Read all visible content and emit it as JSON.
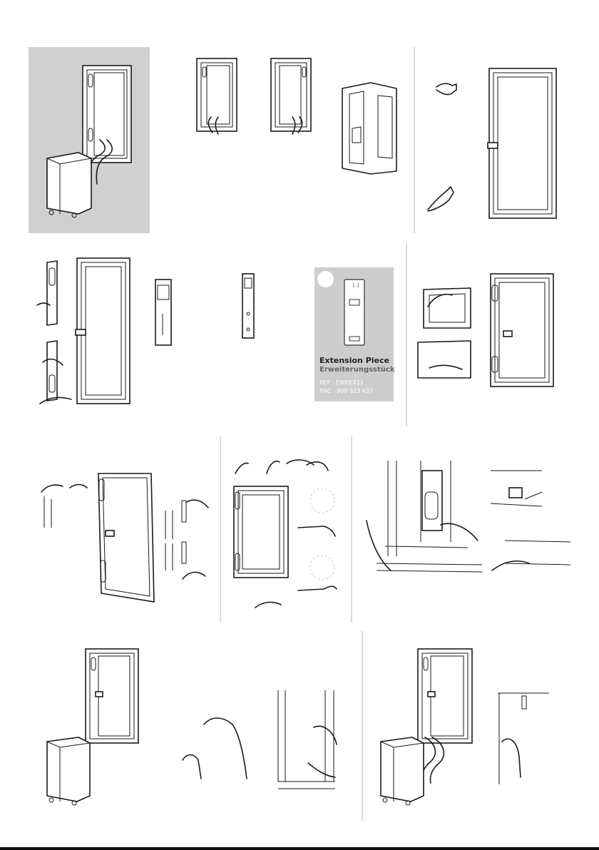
{
  "extension_piece": {
    "title": "Extension Piece",
    "subtitle": "Erweiterungsstück",
    "ref": "REF : EWKEX11",
    "pnc": "PNC : 900 923 637",
    "bracket_label": "[..]"
  },
  "colors": {
    "panel_grey": "#cdcdcd",
    "line_ink": "#1a1a1a",
    "separator": "#b9b9b9",
    "background": "#ffffff"
  },
  "figures": [
    "installed-unit-with-hose",
    "window-kit-options",
    "hands-open-window",
    "window-kit-parts",
    "fit-kit-to-sash",
    "secure-hinge-side",
    "attach-seal-pads",
    "fit-sill-seal",
    "close-window-unit",
    "press-seal",
    "final-installation"
  ]
}
